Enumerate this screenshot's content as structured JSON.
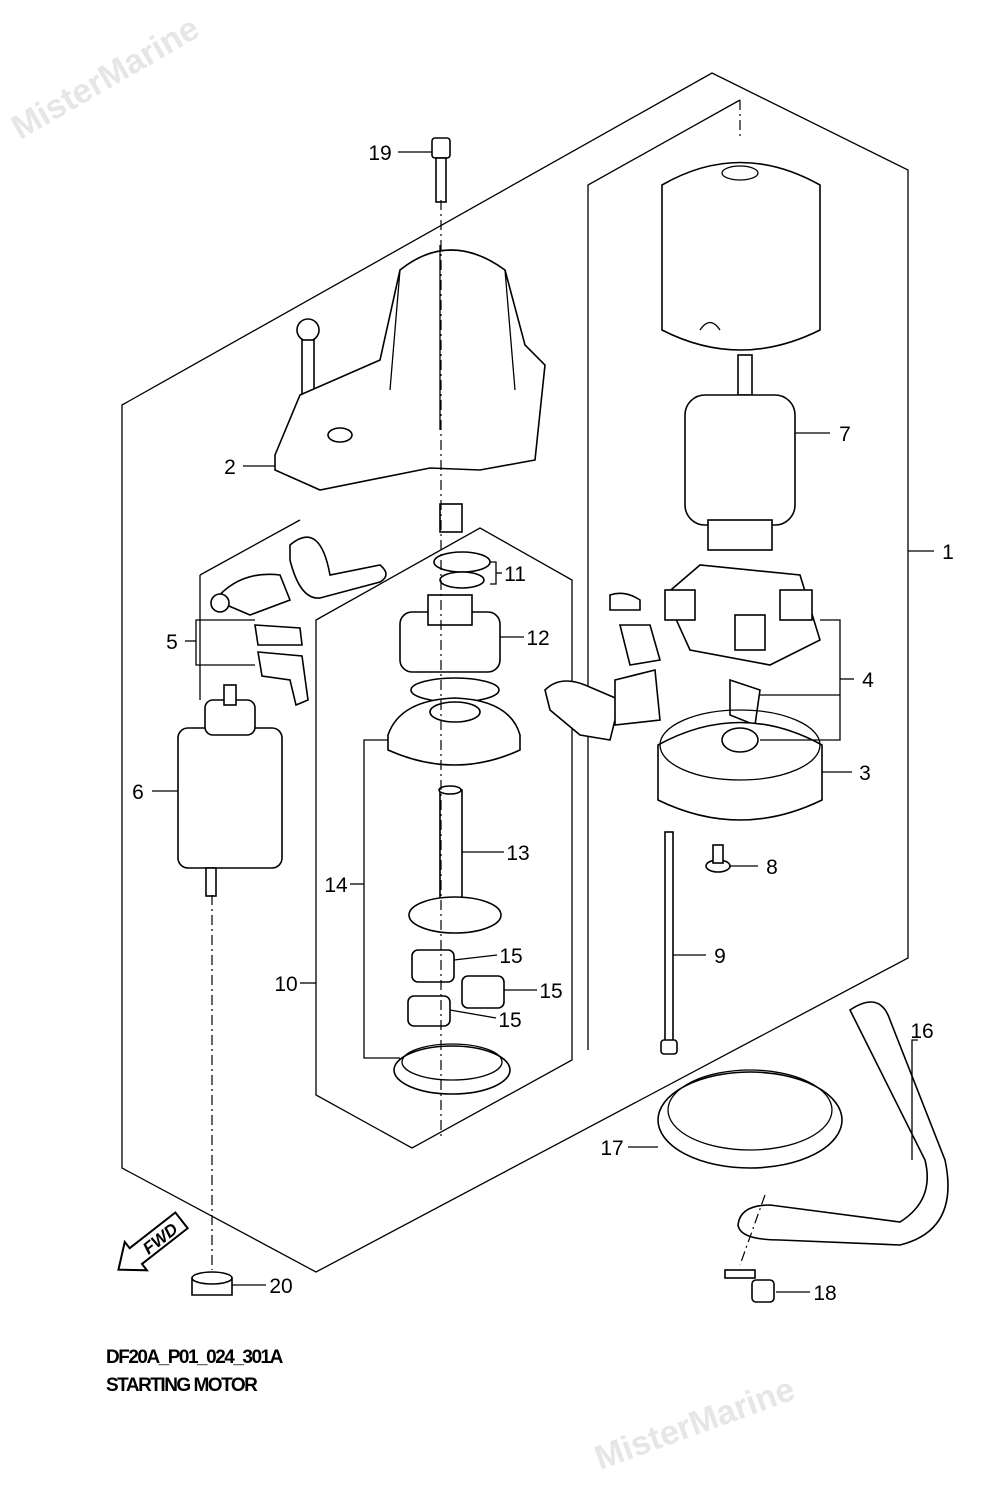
{
  "diagram": {
    "code": "DF20A_P01_024_301A",
    "title": "STARTING MOTOR",
    "watermark": "MisterMarine",
    "fwd_label": "FWD",
    "callouts": [
      "1",
      "2",
      "3",
      "4",
      "5",
      "6",
      "7",
      "8",
      "9",
      "10",
      "11",
      "12",
      "13",
      "14",
      "15",
      "15",
      "15",
      "16",
      "17",
      "18",
      "19",
      "20"
    ]
  }
}
